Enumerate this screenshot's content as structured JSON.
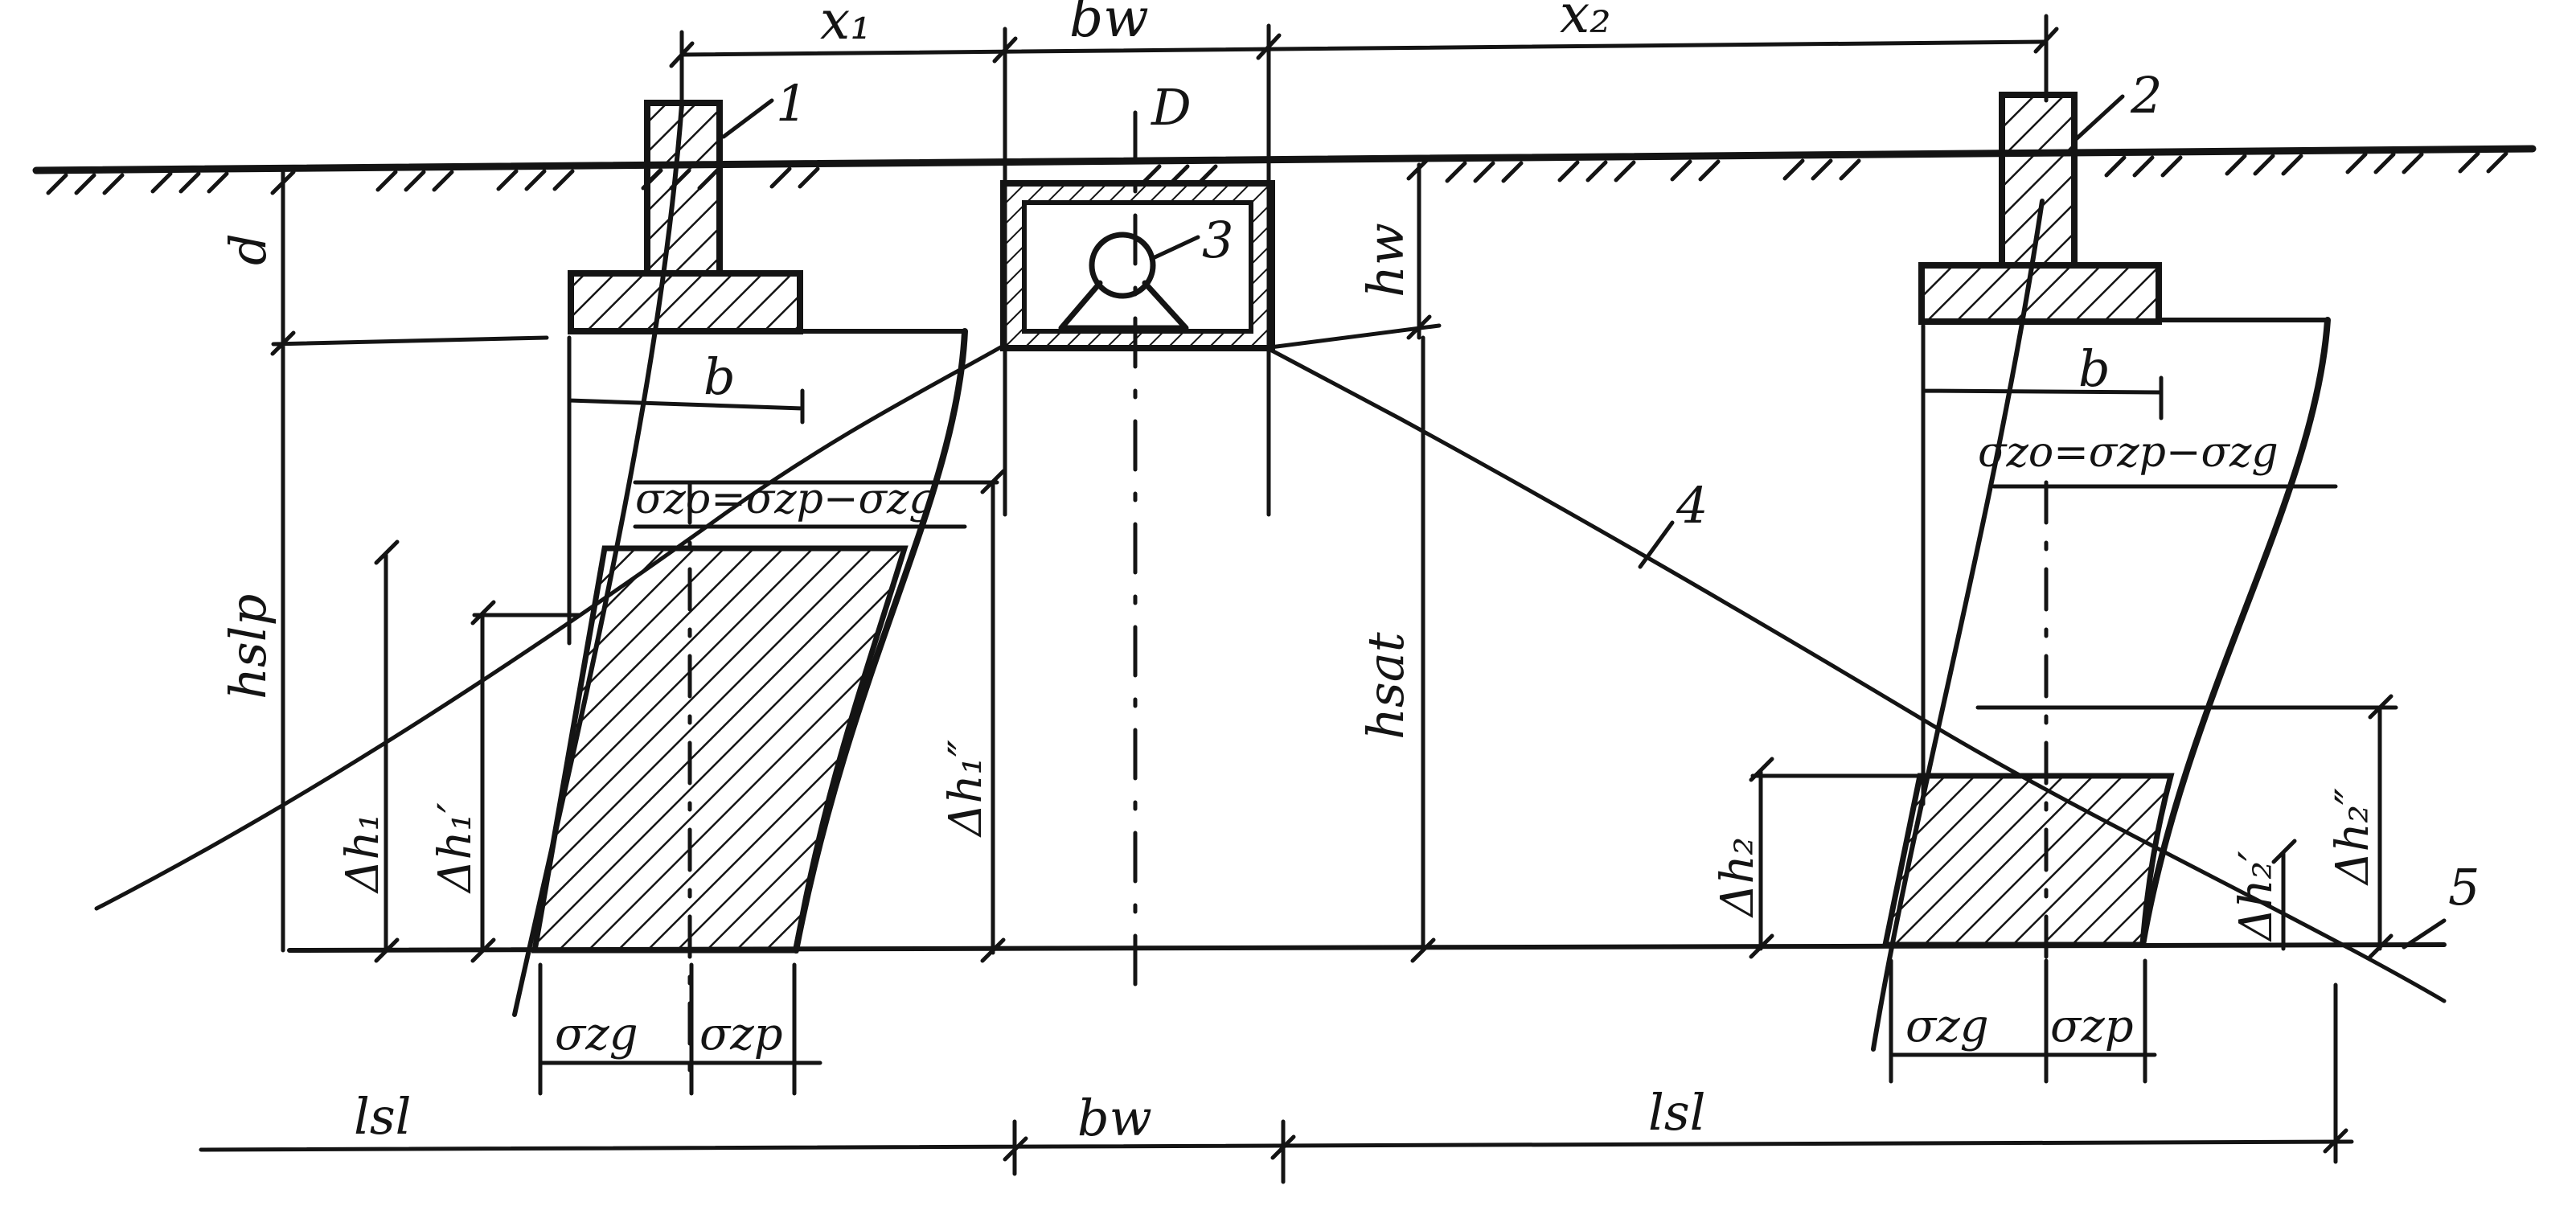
{
  "diagram": {
    "ink_color": "#141414",
    "background": "#ffffff",
    "hatch_color": "#141414",
    "labels": {
      "x1": "x₁",
      "bw_top": "bw",
      "x2": "x₂",
      "D": "D",
      "callout_1": "1",
      "callout_2": "2",
      "callout_3": "3",
      "callout_4": "4",
      "callout_5": "5",
      "d": "d",
      "hw": "hw",
      "b_left": "b",
      "b_right": "b",
      "sigma_left": "σzo=σzp−σzg",
      "sigma_right": "σzo=σzp−σzg",
      "hslp": "hslp",
      "hsat": "hsat",
      "dh1": "Δh₁",
      "dh1_prime": "Δh₁′",
      "dh1_dprime": "Δh₁″",
      "dh2": "Δh₂",
      "dh2_prime": "Δh₂′",
      "dh2_dprime": "Δh₂″",
      "szg_left": "σzg",
      "szp_left": "σzp",
      "szg_right": "σzg",
      "szp_right": "σzp",
      "lsl_left": "lsl",
      "bw_bottom": "bw",
      "lsl_right": "lsl"
    }
  }
}
